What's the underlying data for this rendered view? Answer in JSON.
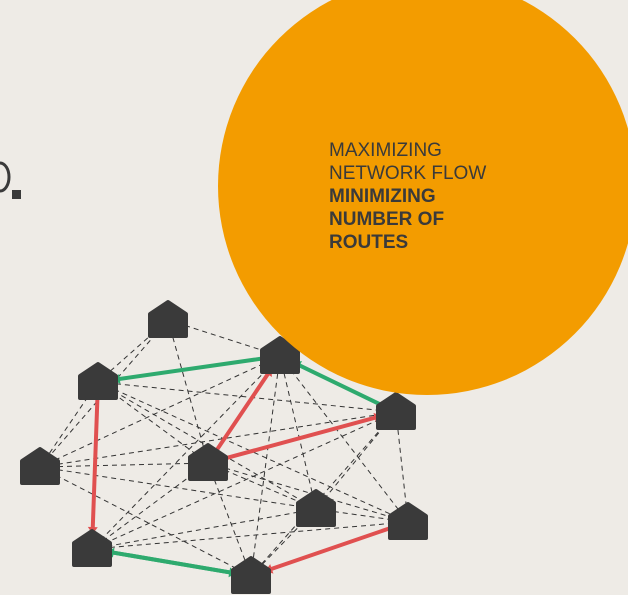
{
  "colors": {
    "background": "#eeebe6",
    "circle": "#f39c00",
    "node": "#3a3a3a",
    "text": "#3a3a3a",
    "edge_dashed": "#333333",
    "flow_red": "#e05050",
    "flow_green": "#2eaa6e"
  },
  "callout": {
    "line1": "MAXIMIZING",
    "line2": "NETWORK FLOW",
    "line3": "MINIMIZING",
    "line4": "NUMBER OF",
    "line5": "ROUTES"
  },
  "icons": {
    "node": "home-pentagon-icon",
    "edge_arrow": "arrowhead-icon",
    "marker": "small-square-icon"
  },
  "network": {
    "nodes": [
      "n1",
      "n2",
      "n3",
      "n4",
      "n5",
      "n6",
      "n7",
      "n8",
      "n9",
      "n10"
    ],
    "edges": [
      [
        "n1",
        "n2"
      ],
      [
        "n1",
        "n3"
      ],
      [
        "n1",
        "n5"
      ],
      [
        "n1",
        "n4"
      ],
      [
        "n2",
        "n3"
      ],
      [
        "n2",
        "n4"
      ],
      [
        "n2",
        "n5"
      ],
      [
        "n2",
        "n6"
      ],
      [
        "n2",
        "n7"
      ],
      [
        "n2",
        "n8"
      ],
      [
        "n2",
        "n10"
      ],
      [
        "n3",
        "n4"
      ],
      [
        "n3",
        "n5"
      ],
      [
        "n3",
        "n6"
      ],
      [
        "n3",
        "n7"
      ],
      [
        "n3",
        "n8"
      ],
      [
        "n3",
        "n9"
      ],
      [
        "n3",
        "n10"
      ],
      [
        "n4",
        "n5"
      ],
      [
        "n4",
        "n6"
      ],
      [
        "n4",
        "n7"
      ],
      [
        "n4",
        "n9"
      ],
      [
        "n5",
        "n6"
      ],
      [
        "n5",
        "n7"
      ],
      [
        "n5",
        "n8"
      ],
      [
        "n5",
        "n9"
      ],
      [
        "n5",
        "n10"
      ],
      [
        "n6",
        "n7"
      ],
      [
        "n6",
        "n8"
      ],
      [
        "n6",
        "n9"
      ],
      [
        "n6",
        "n10"
      ],
      [
        "n7",
        "n8"
      ],
      [
        "n7",
        "n9"
      ],
      [
        "n7",
        "n10"
      ],
      [
        "n8",
        "n9"
      ],
      [
        "n8",
        "n10"
      ],
      [
        "n9",
        "n10"
      ]
    ],
    "flows": [
      {
        "from": "n2",
        "to": "n8",
        "color": "red"
      },
      {
        "from": "n8",
        "to": "n9",
        "color": "green"
      },
      {
        "from": "n5",
        "to": "n3",
        "color": "red"
      },
      {
        "from": "n3",
        "to": "n2",
        "color": "green"
      },
      {
        "from": "n5",
        "to": "n6",
        "color": "red"
      },
      {
        "from": "n6",
        "to": "n3",
        "color": "green"
      },
      {
        "from": "n10",
        "to": "n9",
        "color": "red"
      },
      {
        "from": "n9",
        "to": "n8",
        "color": "green"
      }
    ]
  }
}
